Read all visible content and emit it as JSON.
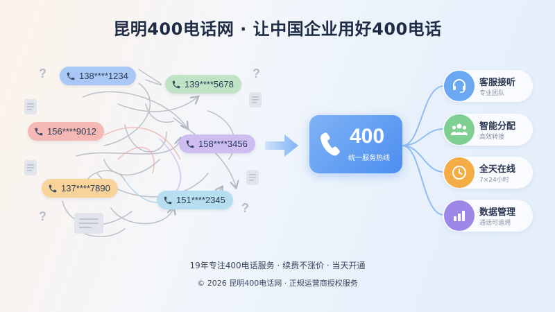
{
  "title": "昆明400电话网 · 让中国企业用好400电话",
  "numbers": [
    "138****1234",
    "139****5678",
    "156****9012",
    "158****3456",
    "137****7890",
    "151****2345"
  ],
  "pill_colors": [
    "#a9c8f5",
    "#bfe3c4",
    "#f6b8b5",
    "#cdbdf1",
    "#f8d39a",
    "#b7def0"
  ],
  "hub": {
    "number": "400",
    "subtitle": "统一服务热线",
    "color": "#5b9af1"
  },
  "features": [
    {
      "title": "客服接听",
      "subtitle": "专业团队",
      "icon": "headset-icon",
      "color": "#6aa8f2"
    },
    {
      "title": "智能分配",
      "subtitle": "高效转接",
      "icon": "team-icon",
      "color": "#7fcf92"
    },
    {
      "title": "全天在线",
      "subtitle": "7×24小时",
      "icon": "clock-icon",
      "color": "#f4ad45"
    },
    {
      "title": "数据管理",
      "subtitle": "通话可追溯",
      "icon": "bar-chart-icon",
      "color": "#9c86e6"
    }
  ],
  "question_mark": "?",
  "footer": {
    "line1": "19年专注400电话服务 · 续费不涨价 · 当天开通",
    "line2": "© 2026 昆明400电话网 · 正规运营商授权服务"
  }
}
